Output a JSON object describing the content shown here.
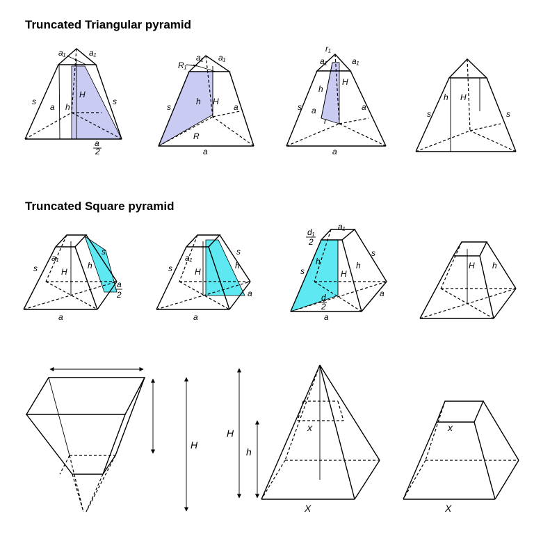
{
  "sections": {
    "triangular_title": "Truncated Triangular pyramid",
    "square_title": "Truncated Square pyramid"
  },
  "labels": {
    "s": "s",
    "h": "h",
    "H": "H",
    "a": "a",
    "a1": "a₁",
    "R": "R",
    "R1": "R₁",
    "r": "r",
    "r1": "r₁",
    "a_half_num": "a",
    "a_half_den": "2",
    "d": "d",
    "d_den": "2",
    "d1": "d₁",
    "X": "X",
    "x": "x"
  },
  "colors": {
    "lavender": "#c9cbf3",
    "cyan": "#5ee9f2"
  }
}
